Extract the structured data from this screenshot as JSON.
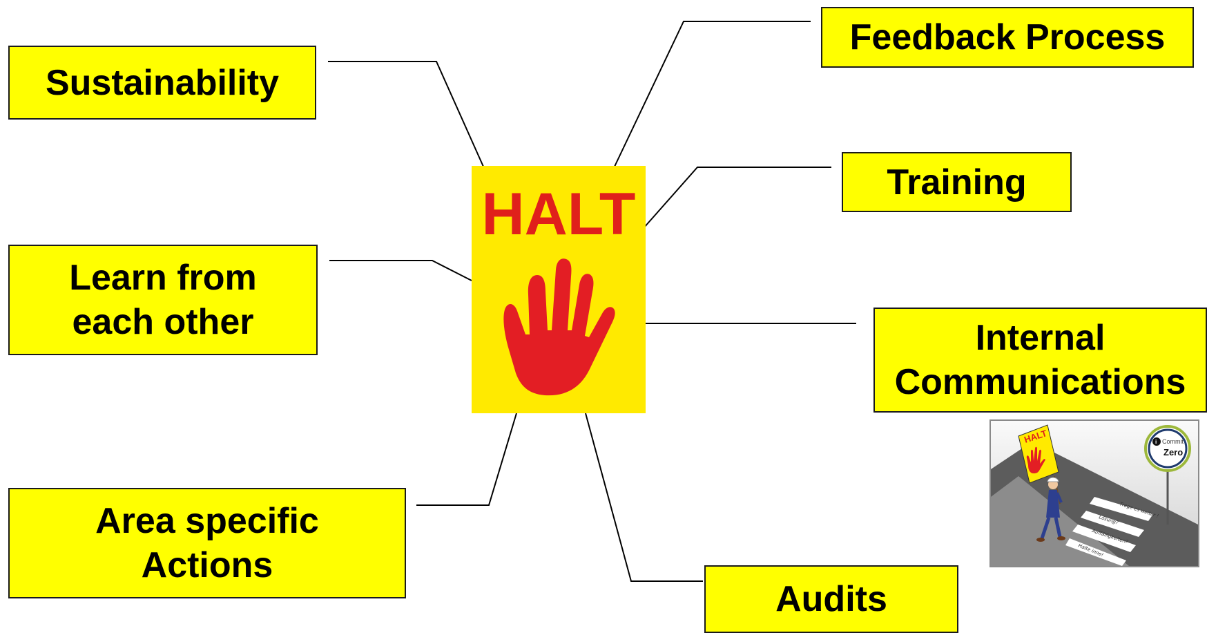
{
  "center": {
    "title": "HALT",
    "title_color": "#e0201b",
    "background": "#ffea00",
    "icon": "stop-hand-icon"
  },
  "topics": {
    "sustainability": "Sustainability",
    "learn": "Learn from\neach other",
    "area_actions": "Area specific\nActions",
    "feedback": "Feedback Process",
    "training": "Training",
    "internal_comms": "Internal\nCommunications",
    "audits": "Audits"
  },
  "box_color": "#ffff00",
  "illustration": {
    "sign_text": "HALT",
    "badge_brand": "Commit",
    "badge_word": "Zero",
    "crosswalk_notes": [
      "Trage es weiter !",
      "Lösung?",
      "Auffälligkeiten?",
      "Halte inne!"
    ]
  }
}
